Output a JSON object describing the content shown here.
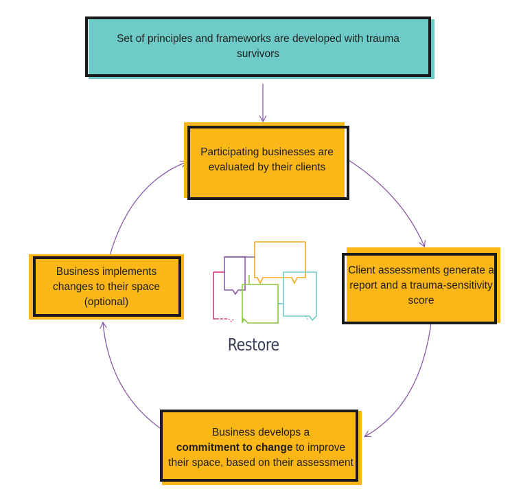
{
  "colors": {
    "teal": "#6ecbc7",
    "orange": "#fbb617",
    "frame": "#1a1a1a",
    "arrow": "#8a5aa8",
    "logo_text": "#3a3e58"
  },
  "nodes": {
    "principles": "Set of principles and frameworks are developed with trauma survivors",
    "evaluated": "Participating businesses are evaluated by their clients",
    "assessments": "Client assessments generate a report and a trauma-sensitivity score",
    "commitment": {
      "prefix": "Business develops a",
      "bold": "commitment to change",
      "suffix": "to improve their space, based on their assessment"
    },
    "implements": "Business implements changes to their space (optional)"
  },
  "logo": {
    "name": "restore-logo",
    "wordmark": "Restore"
  },
  "edges": [
    {
      "from": "principles",
      "to": "evaluated"
    },
    {
      "from": "evaluated",
      "to": "assessments"
    },
    {
      "from": "assessments",
      "to": "commitment"
    },
    {
      "from": "commitment",
      "to": "implements"
    },
    {
      "from": "implements",
      "to": "evaluated"
    }
  ]
}
